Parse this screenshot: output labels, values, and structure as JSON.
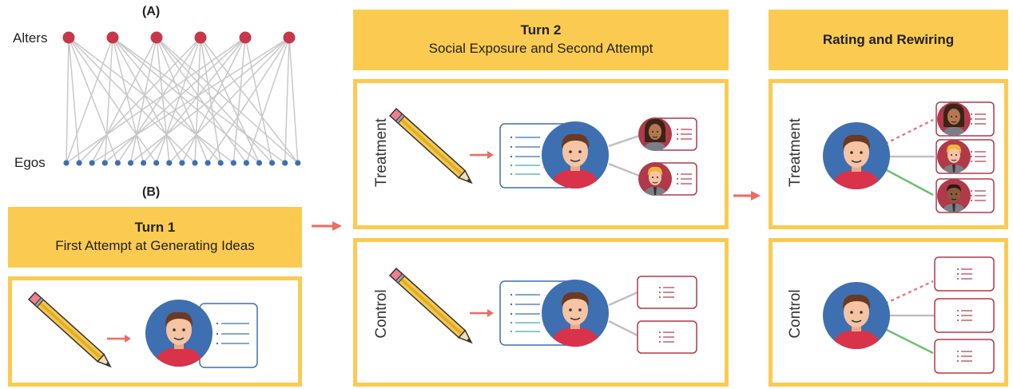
{
  "part_a": {
    "label": "(A)",
    "alters_label": "Alters",
    "egos_label": "Egos",
    "alter_color": "#C7374A",
    "ego_color": "#3E6FB0",
    "edge_color": "#C8C8C8"
  },
  "part_b": {
    "label": "(B)"
  },
  "turn1": {
    "title": "Turn 1",
    "subtitle": "First Attempt at Generating Ideas"
  },
  "turn2": {
    "title": "Turn 2",
    "subtitle": "Social Exposure and Second Attempt",
    "treatment_label": "Treatment",
    "control_label": "Control"
  },
  "rating": {
    "title": "Rating and Rewiring",
    "treatment_label": "Treatment",
    "control_label": "Control"
  },
  "colors": {
    "banner": "#FBCB51",
    "arrow": "#EE6B63",
    "avatar_bg": "#3E6FB0",
    "card_border_blue": "#3E6FB0",
    "card_border_red": "#B0394A",
    "link_gray": "#C0C0C0",
    "link_green": "#6CC070",
    "link_red_dashed": "#E07A8A"
  }
}
